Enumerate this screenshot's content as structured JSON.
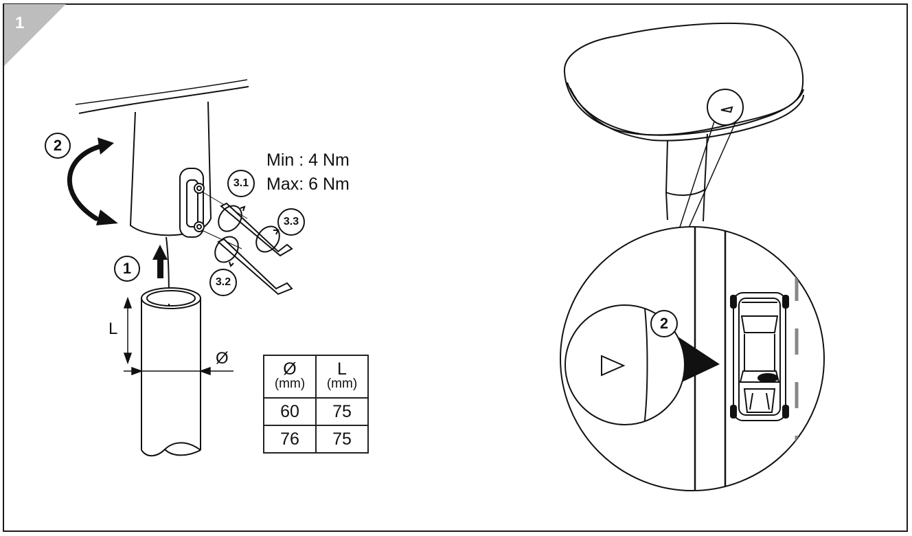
{
  "step_badge": "1",
  "torque": {
    "min": "Min : 4 Nm",
    "max": "Max: 6 Nm"
  },
  "callouts": {
    "rotate": "2",
    "push": "1",
    "screw_1": "3.1",
    "screw_2": "3.2",
    "screw_3": "3.3",
    "zoom": "2"
  },
  "dimension_labels": {
    "length": "L",
    "diameter": "Ø"
  },
  "table": {
    "headers": [
      {
        "symbol": "Ø",
        "unit": "(mm)"
      },
      {
        "symbol": "L",
        "unit": "(mm)"
      }
    ],
    "rows": [
      [
        "60",
        "75"
      ],
      [
        "76",
        "75"
      ]
    ]
  }
}
